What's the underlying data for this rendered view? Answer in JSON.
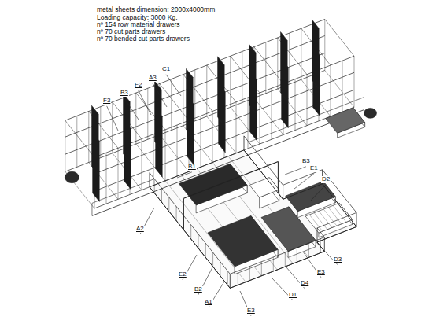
{
  "diagram": {
    "labels": [
      "metal sheets dimension: 2000x4000mm",
      "Loading capacity: 3000 Kg.",
      "nº 154 row material drawers",
      "nº 70 cut parts drawers",
      "nº 70 bended cut parts drawers",
      "C1",
      "A3",
      "F2",
      "B3",
      "F3",
      "B3",
      "B1",
      "E1",
      "D2",
      "A2",
      "D3",
      "E3",
      "E2",
      "D4",
      "B2",
      "D1",
      "A1",
      "E3"
    ]
  }
}
